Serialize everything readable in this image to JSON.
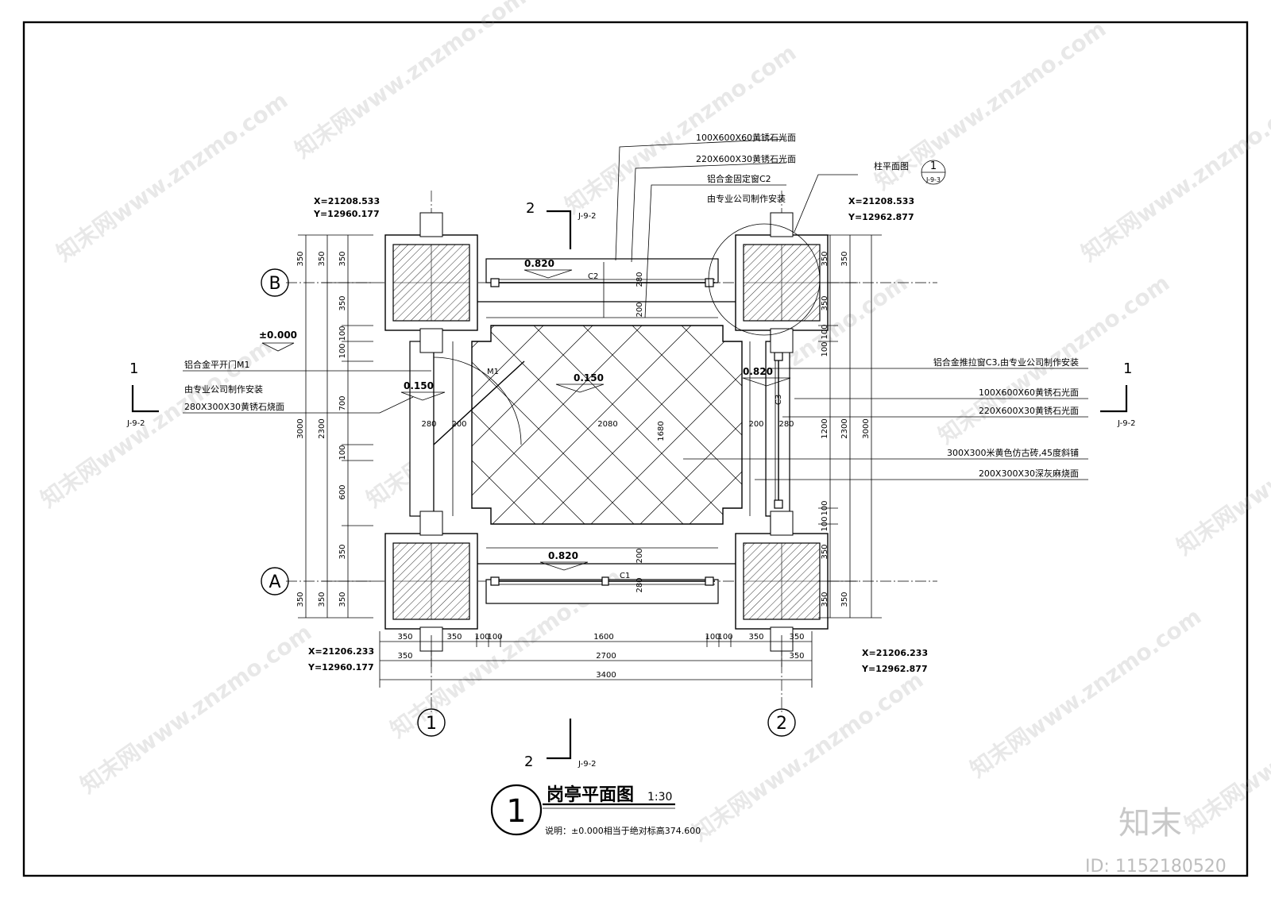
{
  "drawing": {
    "title": "岗亭平面图",
    "scale": "1:30",
    "number": "1",
    "note": "说明：±0.000相当于绝对标高374.600"
  },
  "grids": {
    "rows": [
      "B",
      "A"
    ],
    "cols": [
      "1",
      "2"
    ]
  },
  "sections": {
    "s1_left_num": "1",
    "s1_left_ref": "J-9-2",
    "s1_right_num": "1",
    "s1_right_ref": "J-9-2",
    "s2_top_num": "2",
    "s2_top_ref": "J-9-2",
    "s2_bottom_num": "2",
    "s2_bottom_ref": "J-9-2"
  },
  "coords": {
    "tl_x": "X=21208.533",
    "tl_y": "Y=12960.177",
    "tr_x": "X=21208.533",
    "tr_y": "Y=12962.877",
    "bl_x": "X=21206.233",
    "bl_y": "Y=12960.177",
    "br_x": "X=21206.233",
    "br_y": "Y=12962.877"
  },
  "detail": {
    "label": "柱平面图",
    "num": "1",
    "ref": "J-9-3"
  },
  "levels": {
    "ground": "±0.000",
    "top_sill": "0.820",
    "left_step": "0.150",
    "floor": "0.150",
    "right_sill": "0.820",
    "bottom_sill": "0.820"
  },
  "tags": {
    "window_top": "C2",
    "window_right": "C3",
    "window_bottom": "C1",
    "door": "M1"
  },
  "notes_top": [
    "100X600X60黄锈石光面",
    "220X600X30黄锈石光面",
    "铝合金固定窗C2",
    "由专业公司制作安装"
  ],
  "notes_left": [
    "铝合金平开门M1",
    "由专业公司制作安装",
    "280X300X30黄锈石烧面"
  ],
  "notes_right": [
    "铝合金推拉窗C3,由专业公司制作安装",
    "100X600X60黄锈石光面",
    "220X600X30黄锈石光面",
    "300X300米黄色仿古砖,45度斜铺",
    "200X300X30深灰麻烧面"
  ],
  "dims": {
    "left_outer_a": "350",
    "left_outer_b": "2300",
    "left_outer_c": "350",
    "left_total": "3000",
    "left_inner": [
      "350",
      "350",
      "100",
      "100",
      "700",
      "100",
      "600",
      "350",
      "350"
    ],
    "right_outer_a": "350",
    "right_outer_b": "2300",
    "right_outer_c": "350",
    "right_total": "3000",
    "right_inner": [
      "350",
      "350",
      "100",
      "100",
      "1200",
      "100",
      "100",
      "350",
      "350"
    ],
    "bottom_row1": [
      "350",
      "350",
      "100",
      "100",
      "1600",
      "100",
      "100",
      "350",
      "350"
    ],
    "bottom_row2": [
      "350",
      "2700",
      "350"
    ],
    "bottom_total": "3400",
    "interior": {
      "w_left": "280",
      "w_left2": "200",
      "center_w": "2080",
      "center_h": "1680",
      "w_right": "200",
      "w_right2": "280",
      "top1": "280",
      "top2": "200",
      "bot1": "200",
      "bot2": "280"
    }
  },
  "watermark": {
    "text": "知末网www.znzmo.com",
    "brand": "知末",
    "id": "ID: 1152180520"
  }
}
